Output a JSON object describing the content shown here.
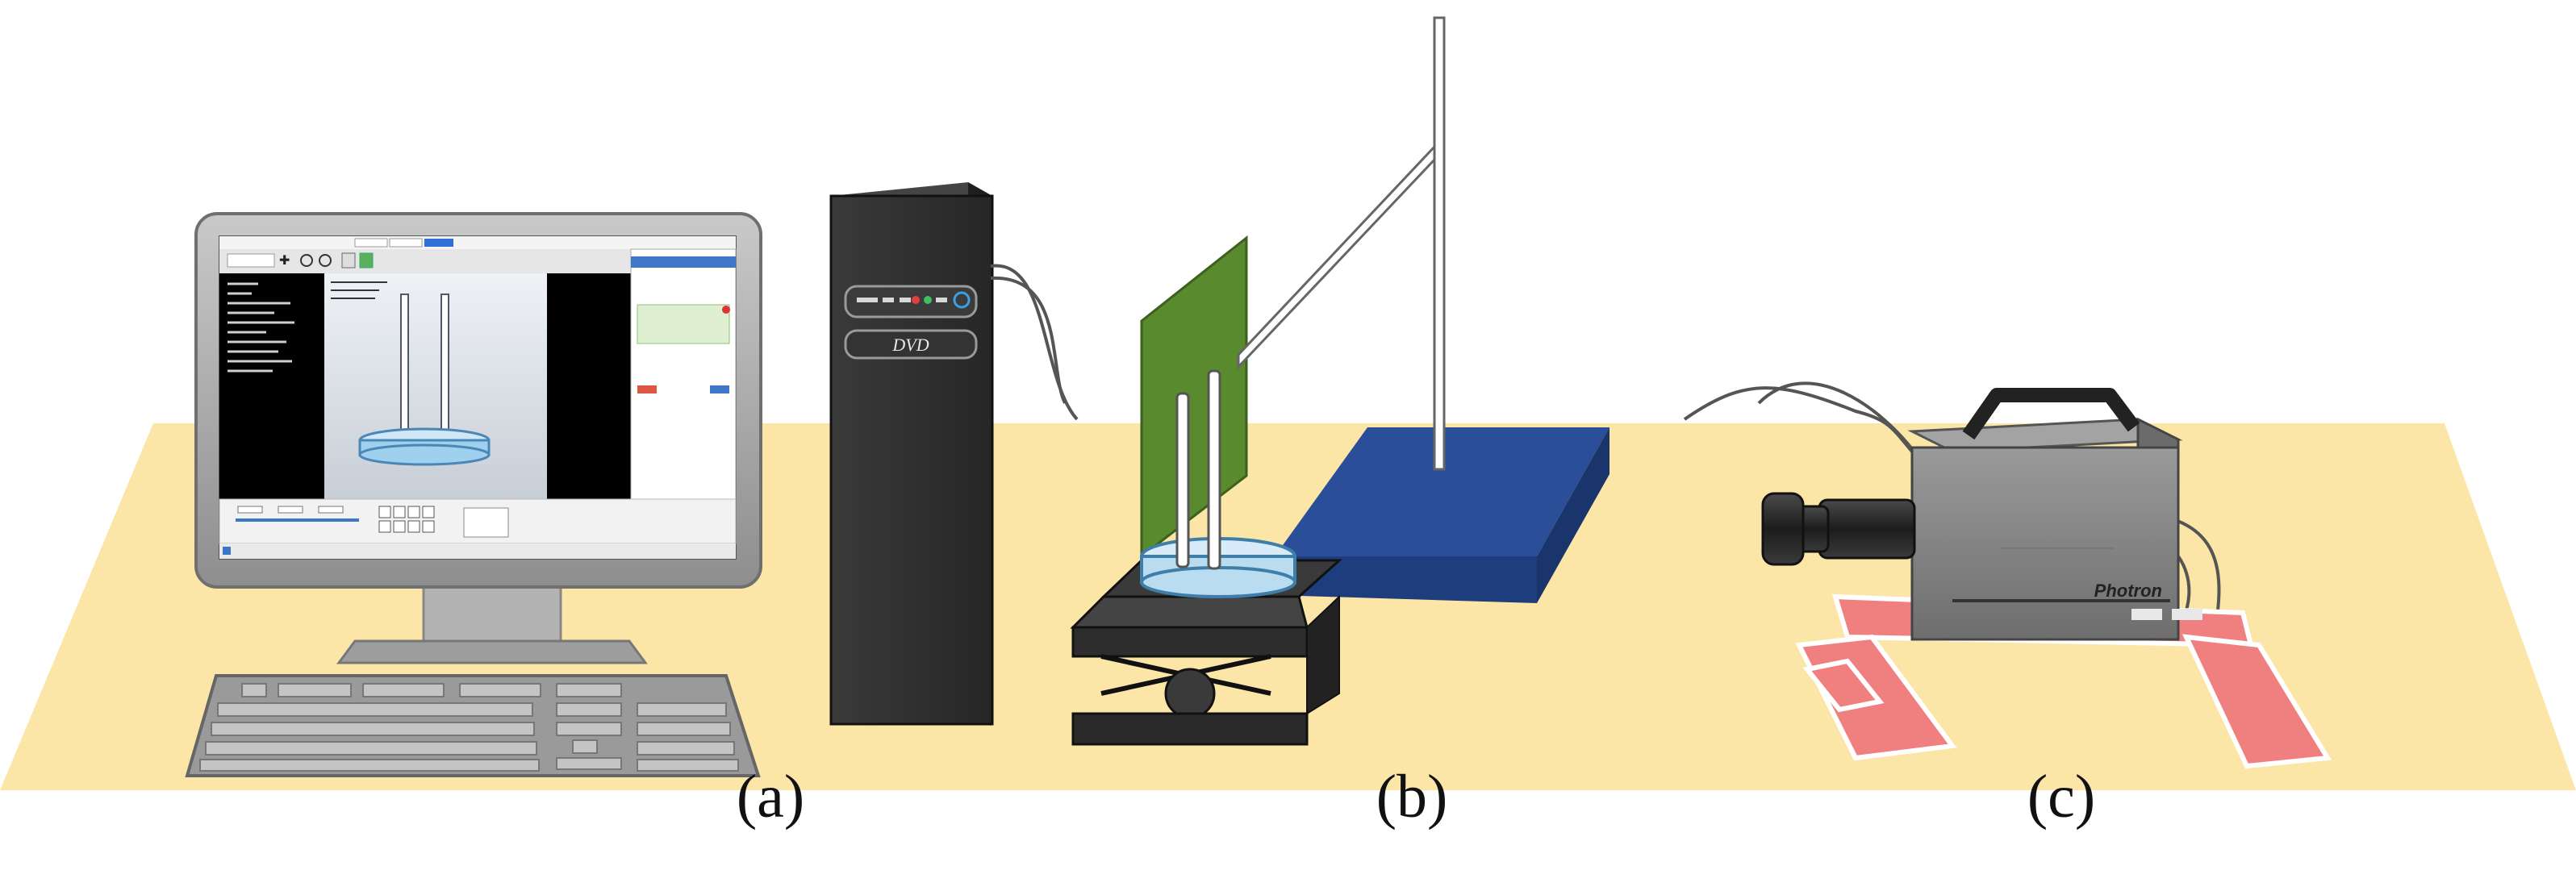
{
  "panels": [
    {
      "label": "(a)",
      "content": "computer"
    },
    {
      "label": "(b)",
      "content": "experimental-setup"
    },
    {
      "label": "(c)",
      "content": "high-speed-camera"
    }
  ],
  "tower": {
    "drive_label": "DVD"
  },
  "camera": {
    "brand_label": "Photron"
  },
  "colors": {
    "table": "#fbe6a8",
    "tower": "#2f2f2f",
    "green_board": "#5a8a2e",
    "blue_plate": "#2a4f98",
    "camera_body": "#8a8a8a",
    "camera_stand": "#f08080",
    "dish_water": "#b9dcf0"
  }
}
